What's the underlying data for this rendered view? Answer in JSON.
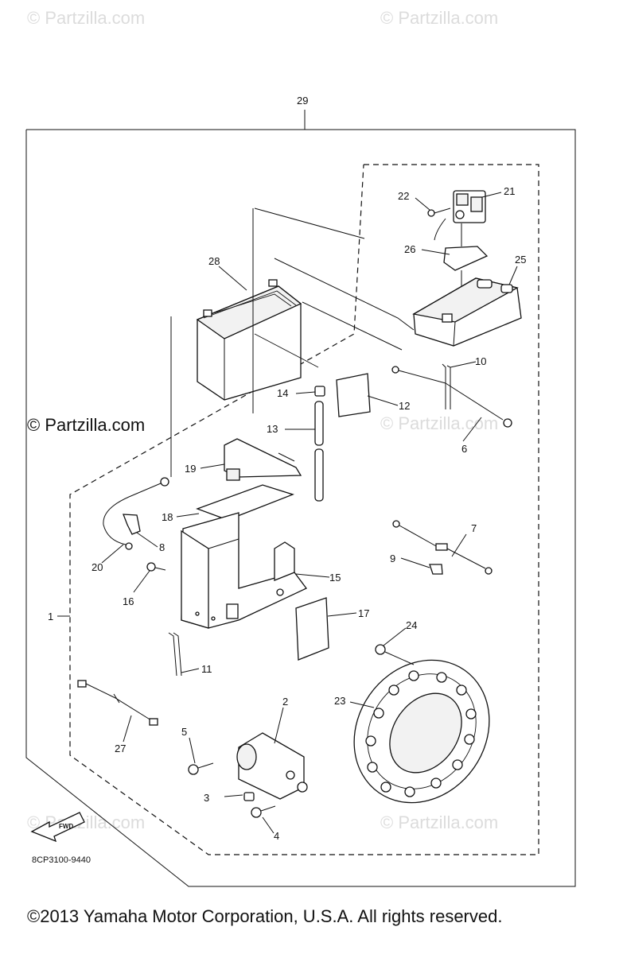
{
  "watermarks": {
    "top_left": "© Partzilla.com",
    "top_right": "© Partzilla.com",
    "mid_left": "© Partzilla.com",
    "mid_right": "© Partzilla.com",
    "bottom_left": "© Partzilla.com",
    "bottom_right": "© Partzilla.com"
  },
  "callouts": {
    "p1": "1",
    "p2": "2",
    "p3": "3",
    "p4": "4",
    "p5": "5",
    "p6": "6",
    "p7": "7",
    "p8": "8",
    "p9": "9",
    "p10": "10",
    "p11": "11",
    "p12": "12",
    "p13": "13",
    "p14": "14",
    "p15": "15",
    "p16": "16",
    "p17": "17",
    "p18": "18",
    "p19": "19",
    "p20": "20",
    "p21": "21",
    "p22": "22",
    "p23": "23",
    "p24": "24",
    "p25": "25",
    "p26": "26",
    "p27": "27",
    "p28": "28",
    "p29": "29"
  },
  "fwd_label": "FWD",
  "diagram_code": "8CP3100-9440",
  "copyright": "©2013  Yamaha Motor Corporation, U.S.A. All rights reserved."
}
